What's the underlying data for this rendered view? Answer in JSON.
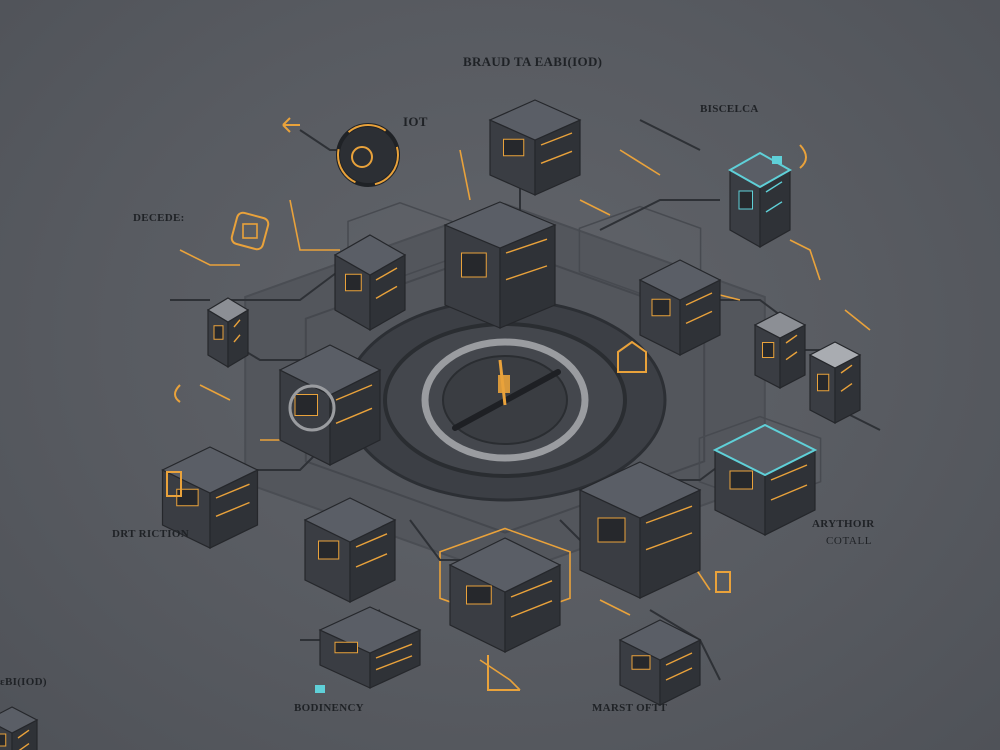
{
  "labels": {
    "title": "BRAUD TA EABI(IOD)",
    "iot": "IOT",
    "biscelca": "BISCELCA",
    "decede": "DECEDE:",
    "drt_riction": "DRT RICTION",
    "arythoir": "ARYTHOIR",
    "cotall": "COTALL",
    "bodinency": "BODINENCY",
    "marst_oftt": "MARST OFTT",
    "corner": "ɛBI(IOD)"
  },
  "colors": {
    "background": "#595c62",
    "node_top": "#5a5e66",
    "node_left": "#3a3d43",
    "node_right": "#2f3237",
    "accent_orange": "#e9a23b",
    "accent_cyan": "#5fd0d8",
    "trace": "#2e3136",
    "label_text": "#1f2226"
  },
  "icons": [
    "clock-icon",
    "gear-ring-icon",
    "chip-icon",
    "server-icon",
    "lock-icon",
    "arrow-icon"
  ]
}
